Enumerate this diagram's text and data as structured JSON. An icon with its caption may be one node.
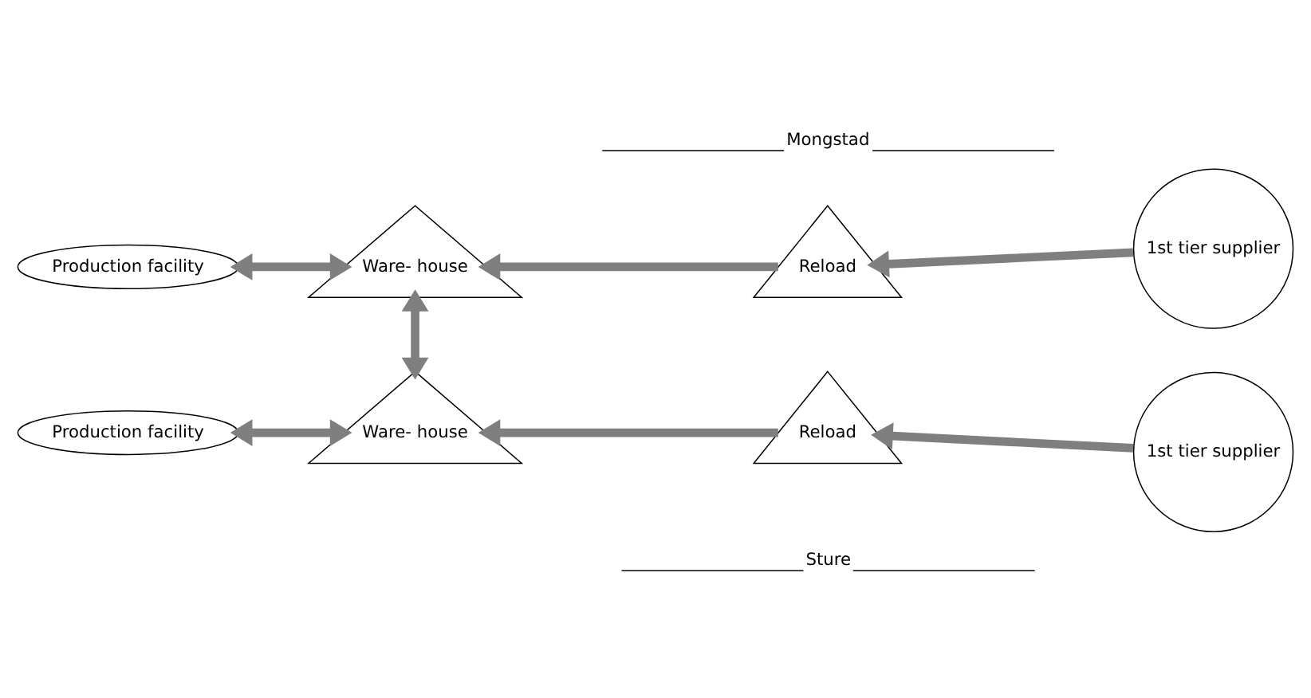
{
  "diagram": {
    "nodes": [
      {
        "text": [
          "Production facility"
        ]
      },
      {
        "text": [
          "Ware- house"
        ]
      },
      {
        "text": [
          "Reload"
        ]
      },
      {
        "text": [
          "1st tier supplier"
        ]
      },
      {
        "text": [
          "Production facility"
        ]
      },
      {
        "text": [
          "Ware- house"
        ]
      },
      {
        "text": [
          "Reload"
        ]
      },
      {
        "text": [
          "1st tier supplier"
        ]
      }
    ],
    "edges": [
      {
        "from": 3,
        "to": 2,
        "arrow": "to"
      },
      {
        "from": 2,
        "to": 1,
        "arrow": "to"
      },
      {
        "from": 1,
        "to": 0,
        "arrow": "both"
      },
      {
        "from": 1,
        "to": 5,
        "arrow": "both"
      },
      {
        "from": 7,
        "to": 6,
        "arrow": "to"
      },
      {
        "from": 6,
        "to": 5,
        "arrow": "to"
      },
      {
        "from": 5,
        "to": 4,
        "arrow": "both"
      }
    ],
    "labels": [
      "Mongstad",
      "Sture"
    ]
  }
}
